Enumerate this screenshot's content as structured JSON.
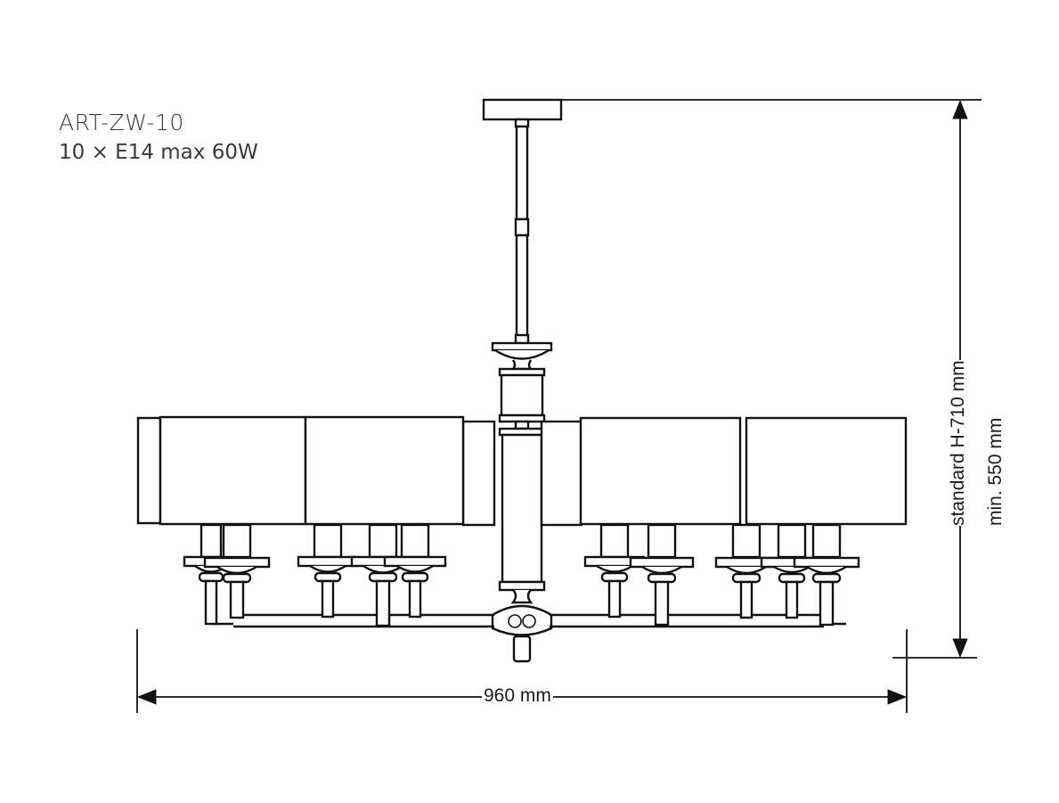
{
  "title": {
    "model": "ART-ZW-10",
    "spec": "10 × E14 max 60W"
  },
  "dimensions": {
    "width_label": "960 mm",
    "height_standard_label": "standard H-710 mm",
    "height_min_label": "min. 550 mm"
  },
  "drawing": {
    "subject": "chandelier-line-drawing",
    "lampshades": 4,
    "candle_holders": 10,
    "stroke_color": "#111111",
    "background": "#ffffff"
  }
}
